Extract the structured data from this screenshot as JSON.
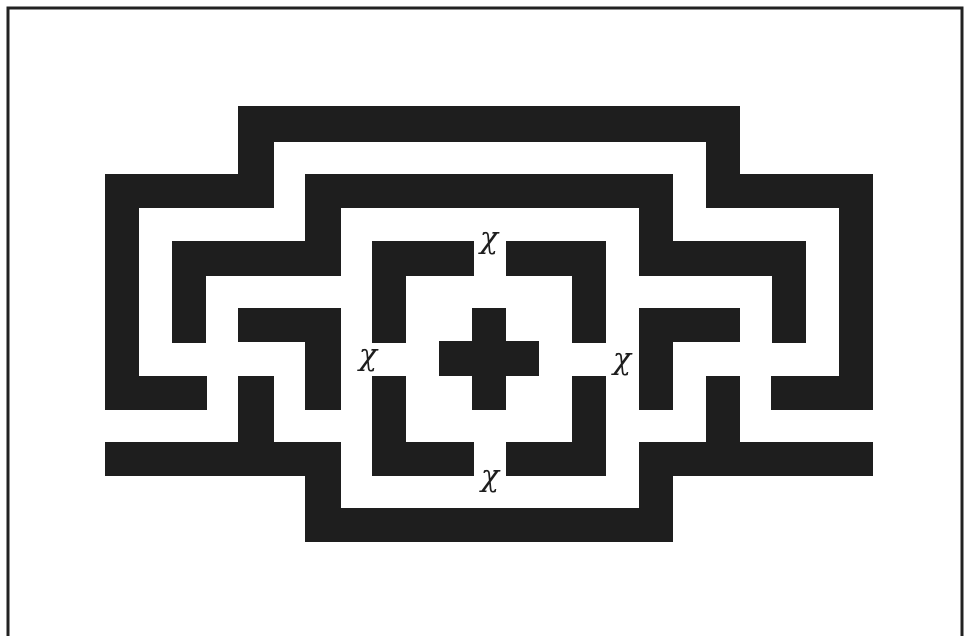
{
  "diagram": {
    "wall_color": "#1e1e1e",
    "background_color": "#ffffff",
    "labels": {
      "top": "χ",
      "left": "χ",
      "right": "χ",
      "bottom": "χ"
    }
  }
}
